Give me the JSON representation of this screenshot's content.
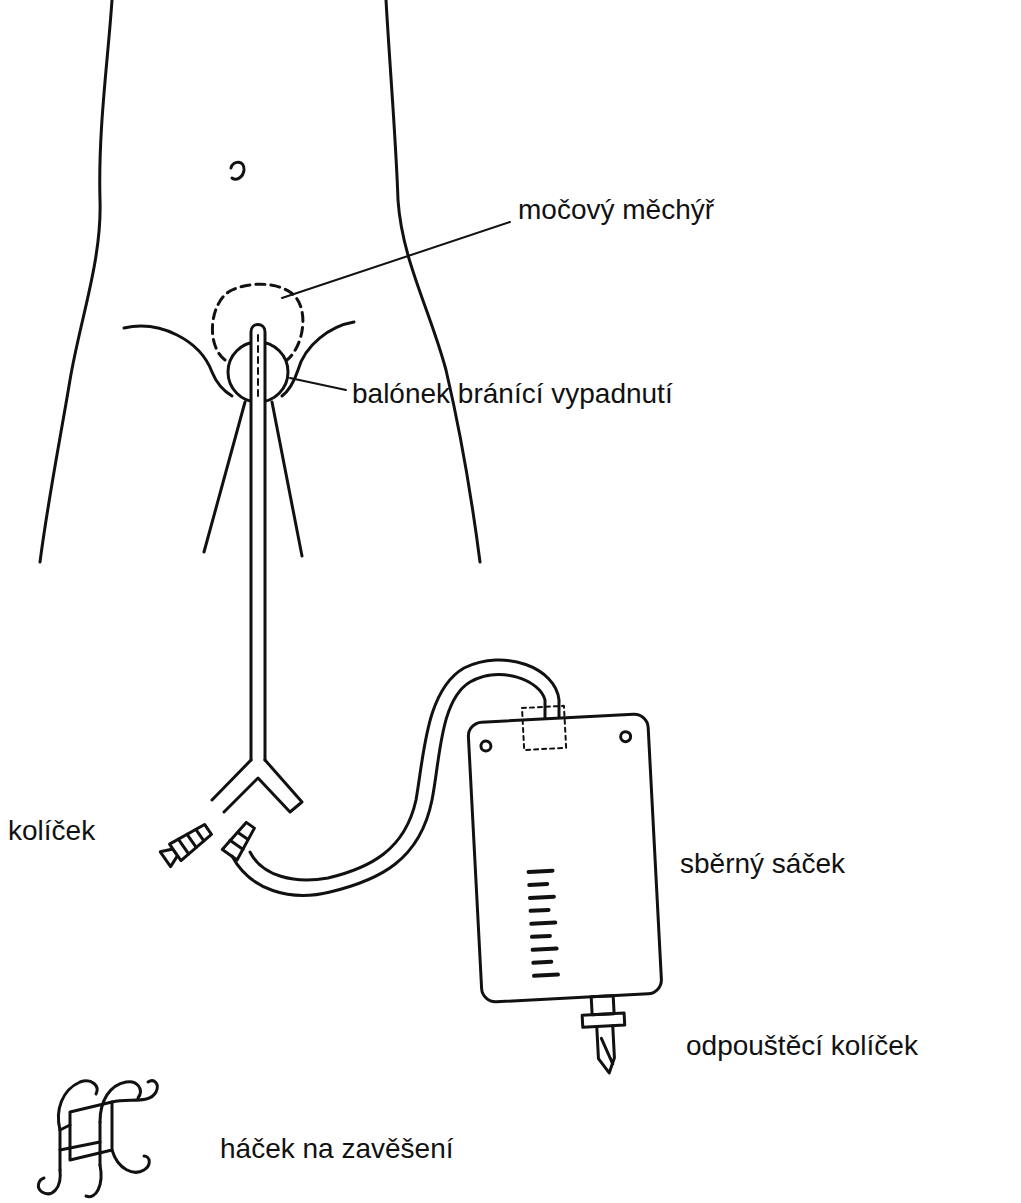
{
  "diagram": {
    "labels": [
      "močový měchýř",
      "balónek bránící vypadnutí",
      "kolíček",
      "sběrný sáček",
      "odpouštěcí kolíček",
      "háček na zavěšení"
    ]
  }
}
